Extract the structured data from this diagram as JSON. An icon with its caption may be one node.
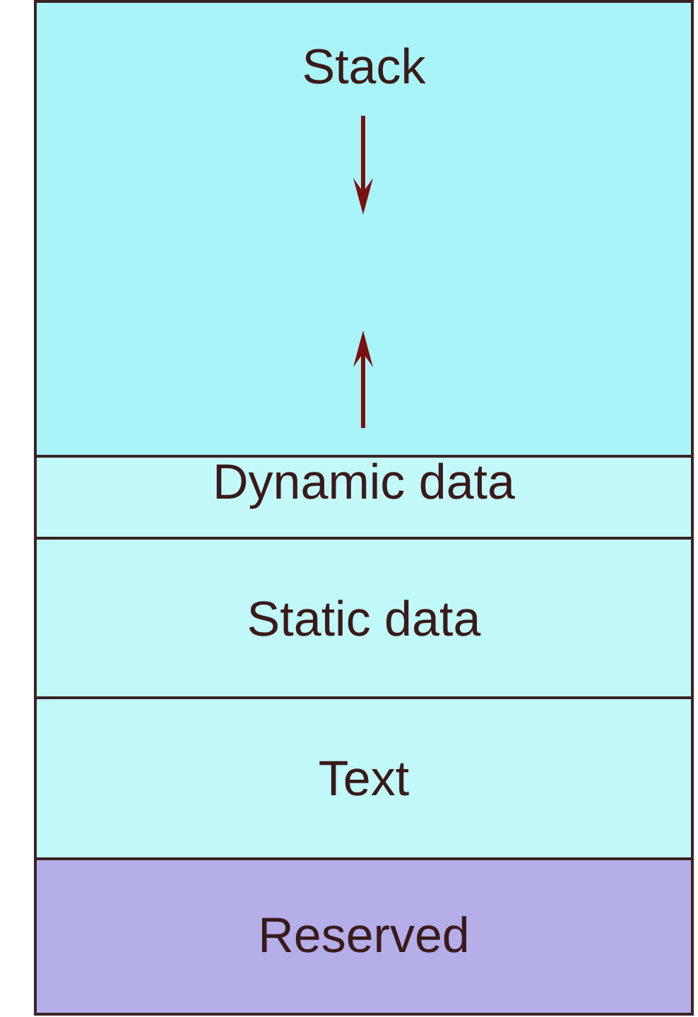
{
  "diagram": {
    "nodes": [
      {
        "text": [
          "Stack"
        ]
      },
      {
        "text": [
          "Dynamic data"
        ]
      },
      {
        "text": [
          "Static data"
        ]
      },
      {
        "text": [
          "Text"
        ]
      },
      {
        "text": [
          "Reserved"
        ]
      }
    ]
  }
}
